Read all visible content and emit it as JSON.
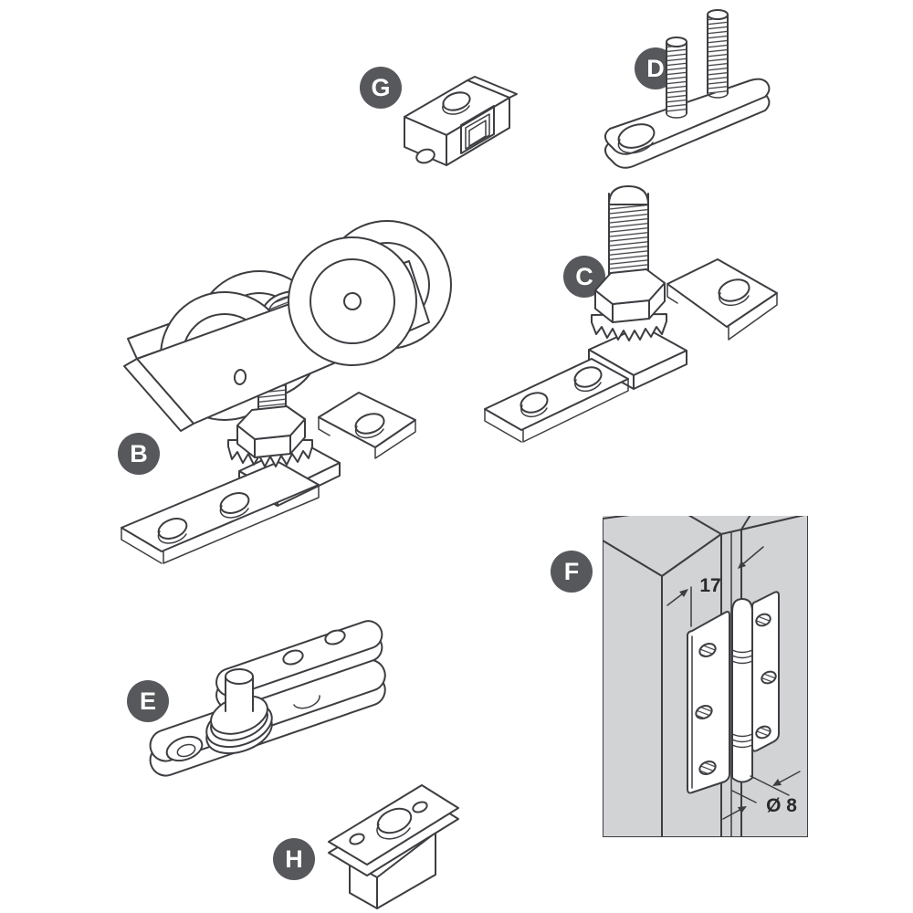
{
  "figure": {
    "type": "technical-parts-diagram",
    "background": "#ffffff",
    "line_color": "#3d3e42",
    "panel_color": "#d2d3d4",
    "badge_color": "#57585b",
    "badge_text_color": "#ffffff",
    "dimension_text_color": "#28292b"
  },
  "parts": [
    {
      "label": "G",
      "name": "guide-bracket-with-square-insert"
    },
    {
      "label": "D",
      "name": "mounting-plate-with-two-threaded-studs"
    },
    {
      "label": "B",
      "name": "twin-wheel-roller-carriage-with-mounting-bracket"
    },
    {
      "label": "C",
      "name": "mounting-bracket-with-threaded-bolt-lock-washer-and-nut"
    },
    {
      "label": "E",
      "name": "pivot-bearing-plate-with-pin"
    },
    {
      "label": "F",
      "name": "hinge-mounting-detail"
    },
    {
      "label": "H",
      "name": "floor-guide-socket"
    }
  ],
  "annotations": {
    "gap_dimension": "17",
    "pin_diameter": "Ø 8"
  }
}
